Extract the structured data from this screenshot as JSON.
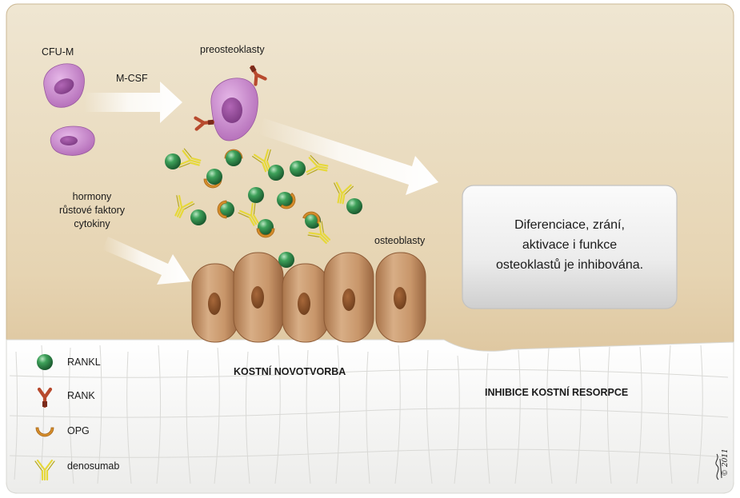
{
  "labels": {
    "cfu_m": "CFU-M",
    "m_csf": "M-CSF",
    "preosteoclasts": "preosteoklasty",
    "hormones": [
      "hormony",
      "růstové faktory",
      "cytokiny"
    ],
    "osteoblasts": "osteoblasty",
    "bone_formation": "KOSTNÍ NOVOTVORBA",
    "resorption_inhibition": "INHIBICE KOSTNÍ RESORPCE"
  },
  "result_box": {
    "lines": [
      "Diferenciace, zrání,",
      "aktivace i funkce",
      "osteoklastů je inhibována."
    ]
  },
  "legend": [
    {
      "icon": "rankl-icon",
      "label": "RANKL"
    },
    {
      "icon": "rank-icon",
      "label": "RANK"
    },
    {
      "icon": "opg-icon",
      "label": "OPG"
    },
    {
      "icon": "denosumab-icon",
      "label": "denosumab"
    }
  ],
  "signature": "© 2011",
  "colors": {
    "background_top": "#ede2cb",
    "background_bottom": "#d6b98a",
    "bone": "#f3f3f1",
    "cell_pink": "#c27fc6",
    "osteoblast": "#c99a6e",
    "rankl": "#2e8a4a",
    "rank": "#b84a2e",
    "opg": "#d58e2a",
    "denosumab": "#e6d83a"
  }
}
